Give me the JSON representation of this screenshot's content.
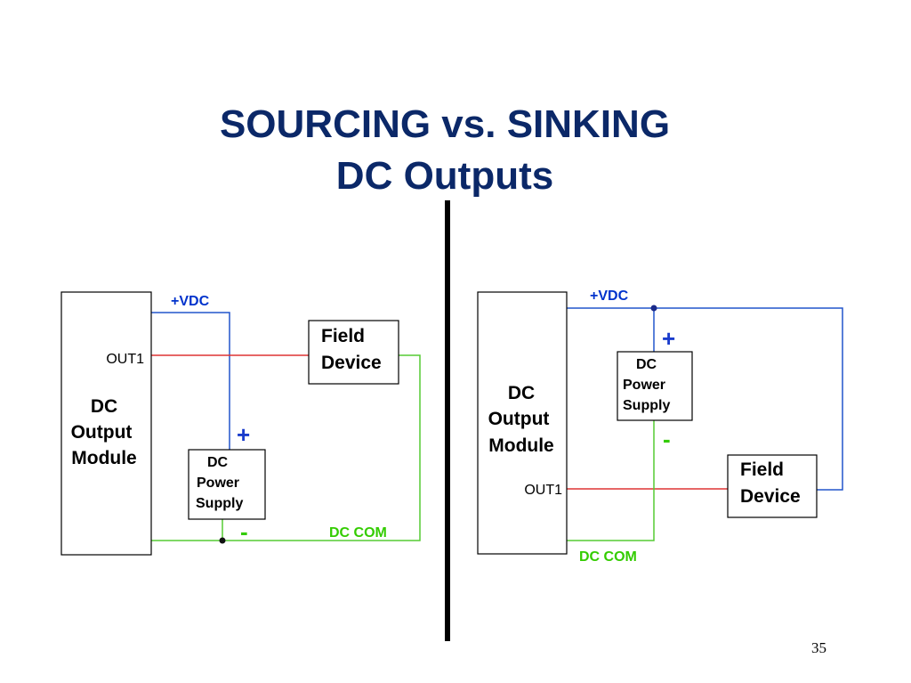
{
  "title": {
    "line1": "SOURCING  vs. SINKING",
    "line2": "DC Outputs"
  },
  "left": {
    "module": [
      "DC",
      "Output",
      "Module"
    ],
    "out_label": "OUT1",
    "vdc_label": "+VDC",
    "com_label": "DC COM",
    "field_device": [
      "Field",
      "Device"
    ],
    "power_supply": [
      "DC",
      "Power",
      "Supply"
    ],
    "plus": "+",
    "minus": "-"
  },
  "right": {
    "module": [
      "DC",
      "Output",
      "Module"
    ],
    "out_label": "OUT1",
    "vdc_label": "+VDC",
    "com_label": "DC COM",
    "field_device": [
      "Field",
      "Device"
    ],
    "power_supply": [
      "DC",
      "Power",
      "Supply"
    ],
    "plus": "+",
    "minus": "-"
  },
  "page_number": "35",
  "colors": {
    "title": "#0b2868",
    "wire_vdc": "#2255cc",
    "wire_out": "#dd3333",
    "wire_com": "#55cc33"
  }
}
